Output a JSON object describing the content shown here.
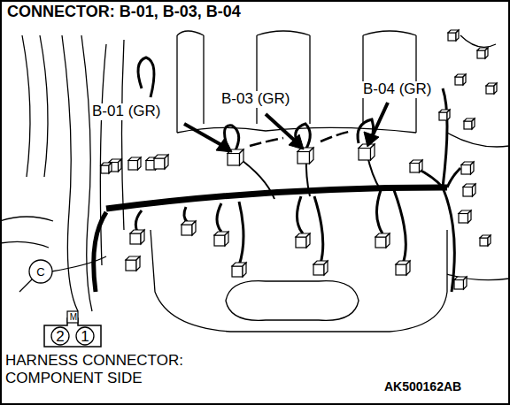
{
  "diagram": {
    "title": "CONNECTOR: B-01, B-03, B-04",
    "caption": "HARNESS CONNECTOR: COMPONENT SIDE",
    "nodes": [
      {
        "text": [
          "2"
        ]
      },
      {
        "text": [
          "1"
        ]
      },
      {
        "text": [
          "C"
        ]
      }
    ],
    "labels": [
      "B-01 (GR)",
      "B-03 (GR)",
      "B-04 (GR)",
      "M",
      "AK500162AB"
    ]
  }
}
